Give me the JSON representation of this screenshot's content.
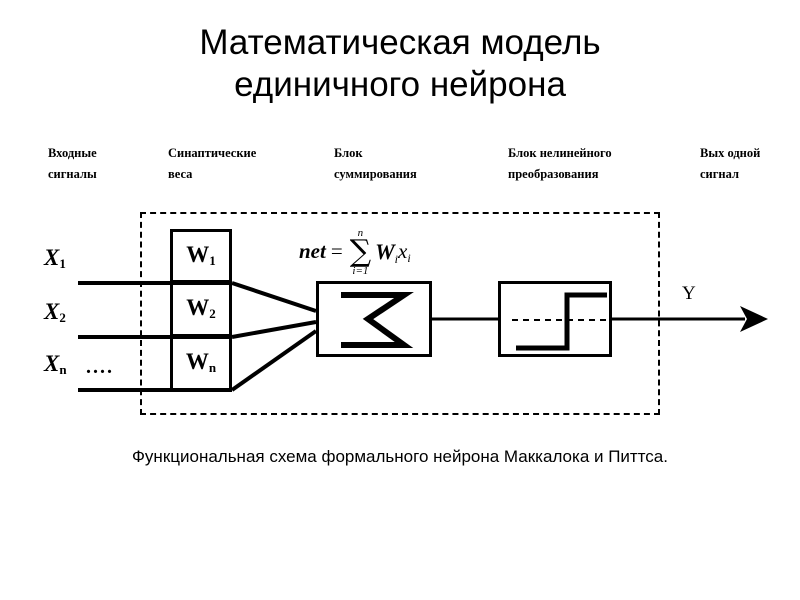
{
  "slide": {
    "title_lines": [
      "Математическая модель",
      "единичного нейрона"
    ],
    "caption": "Функциональная схема формального нейрона Маккалока и Питтса."
  },
  "column_headers": [
    {
      "id": "inputs",
      "line1": "Входные",
      "line2": "сигналы"
    },
    {
      "id": "weights",
      "line1": "Синаптические",
      "line2": "веса"
    },
    {
      "id": "sum",
      "line1": "Блок",
      "line2": "суммирования"
    },
    {
      "id": "nonlin",
      "line1": "Блок нелинейного",
      "line2": "преобразования"
    },
    {
      "id": "output",
      "line1": "Вых одной",
      "line2": "сигнал"
    }
  ],
  "inputs": [
    {
      "symbol": "X",
      "sub": "1"
    },
    {
      "symbol": "X",
      "sub": "2"
    },
    {
      "symbol": "X",
      "sub": "n"
    }
  ],
  "inputs_ellipsis": "....",
  "weights": [
    {
      "symbol": "W",
      "sub": "1"
    },
    {
      "symbol": "W",
      "sub": "2"
    },
    {
      "symbol": "W",
      "sub": "n"
    }
  ],
  "formula": {
    "lhs": "net",
    "equals": "=",
    "sum_upper": "n",
    "sum_symbol": "∑",
    "sum_lower": "i=1",
    "term_w": "W",
    "term_w_sub": "i",
    "term_x": "x",
    "term_x_sub": "i"
  },
  "blocks": {
    "sum_symbol": "Σ",
    "nonlin_name": "step-function"
  },
  "output": {
    "label": "Y"
  },
  "colors": {
    "ink": "#000000",
    "background": "#ffffff"
  }
}
